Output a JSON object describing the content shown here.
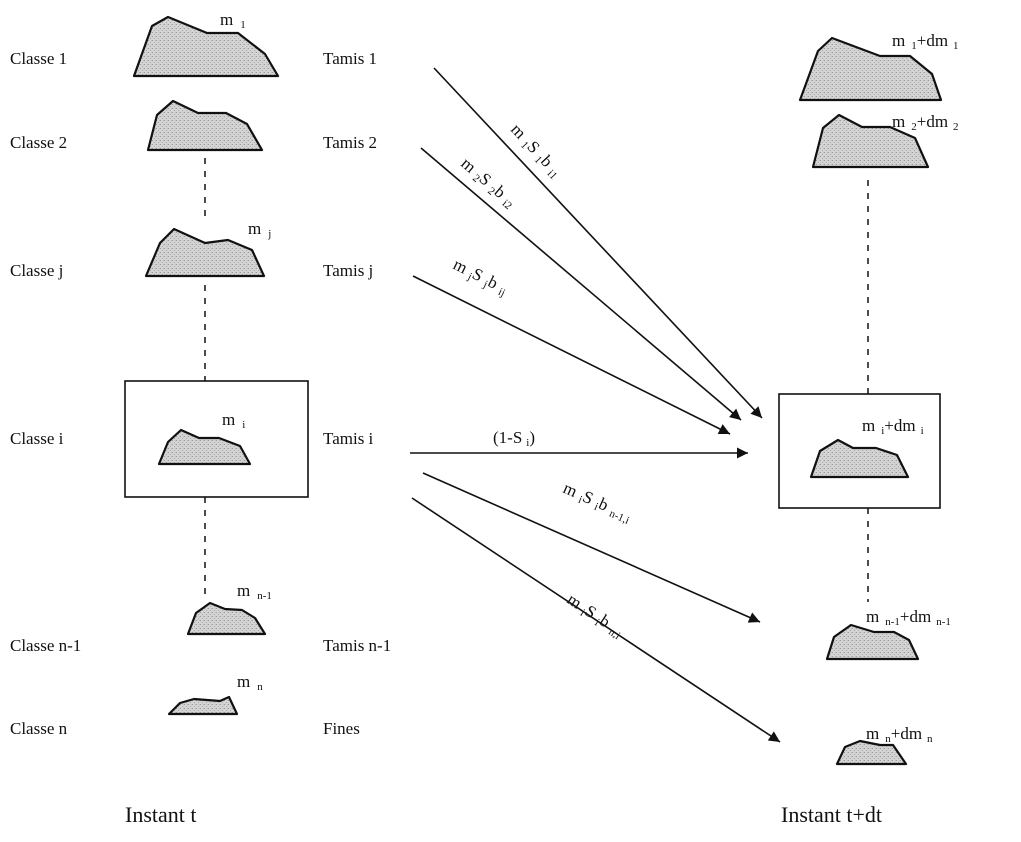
{
  "left": {
    "classes": [
      {
        "label": "Classe 1",
        "sieve": "Tamis 1",
        "m": "m",
        "msub": "1"
      },
      {
        "label": "Classe 2",
        "sieve": "Tamis 2"
      },
      {
        "label": "Classe j",
        "sieve": "Tamis j",
        "m": "m",
        "msub": "j"
      },
      {
        "label": "Classe i",
        "sieve": "Tamis i",
        "m": "m",
        "msub": "i"
      },
      {
        "label": "Classe n-1",
        "sieve": "Tamis n-1",
        "m": "m",
        "msub": "n-1"
      },
      {
        "label": "Classe n",
        "sieve": "Fines",
        "m": "m",
        "msub": "n"
      }
    ],
    "caption": "Instant t"
  },
  "right": {
    "masses": [
      {
        "a": "m",
        "s1": "1",
        "b": "+dm",
        "s2": "1"
      },
      {
        "a": "m",
        "s1": "2",
        "b": "+dm",
        "s2": "2"
      },
      {
        "a": "m",
        "s1": "i",
        "b": "+dm",
        "s2": "i"
      },
      {
        "a": "m",
        "s1": "n-1",
        "b": "+dm",
        "s2": "n-1"
      },
      {
        "a": "m",
        "s1": "n",
        "b": "+dm",
        "s2": "n"
      }
    ],
    "caption": "Instant t+dt"
  },
  "arrows": {
    "a1": {
      "t1": "m",
      "s1": "1",
      "t2": "S",
      "s2": "1",
      "t3": "b",
      "s3": "i1"
    },
    "a2": {
      "t1": "m",
      "s1": "2",
      "t2": "S",
      "s2": "2",
      "t3": "b",
      "s3": "i2"
    },
    "aj": {
      "t1": "m",
      "s1": "j",
      "t2": "S",
      "s2": "j",
      "t3": "b",
      "s3": "ij"
    },
    "ai": {
      "t1": "(1-S",
      "s1": "i",
      "t2": ")"
    },
    "an1": {
      "t1": "m",
      "s1": "i",
      "t2": "S",
      "s2": "i",
      "t3": "b",
      "s3": "n-1,i"
    },
    "an": {
      "t1": "m",
      "s1": "i",
      "t2": "S",
      "s2": "i",
      "t3": "b",
      "s3": "n,i"
    }
  }
}
